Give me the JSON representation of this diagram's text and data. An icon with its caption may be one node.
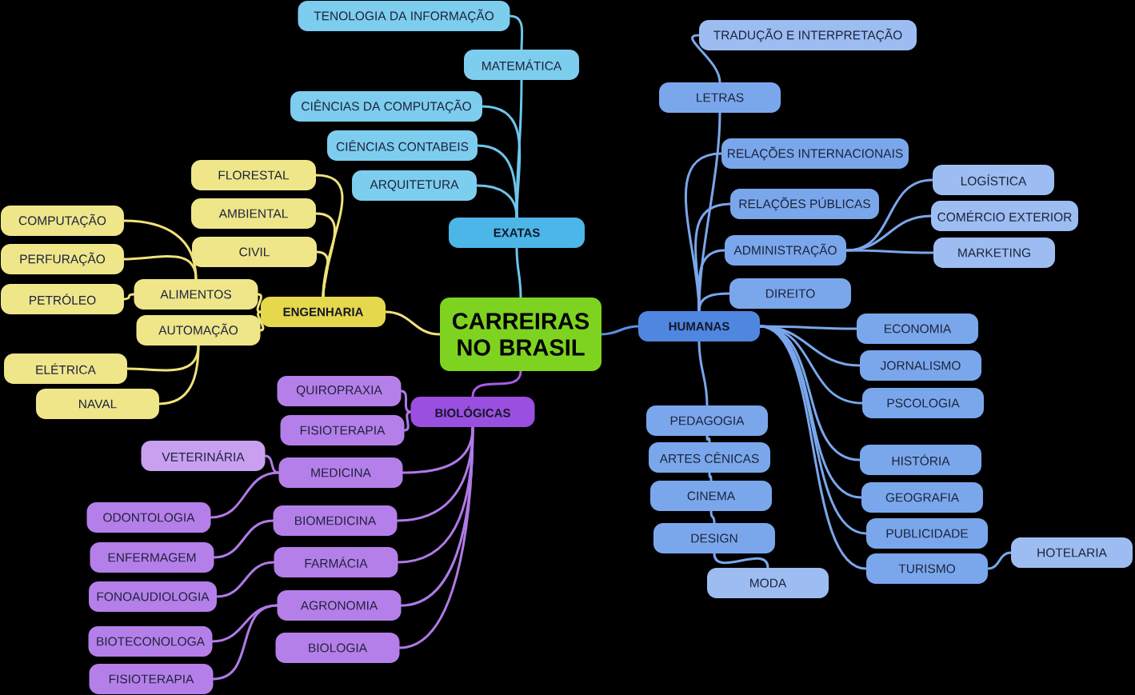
{
  "diagram": {
    "nodes": [
      {
        "text": [
          "CARREIRAS NO BRASIL"
        ]
      },
      {
        "text": [
          "EXATAS"
        ]
      },
      {
        "text": [
          "TENOLOGIA DA INFORMAÇÃO"
        ]
      },
      {
        "text": [
          "MATEMÁTICA"
        ]
      },
      {
        "text": [
          "CIÊNCIAS DA COMPUTAÇÃO"
        ]
      },
      {
        "text": [
          "CIÊNCIAS CONTABEIS"
        ]
      },
      {
        "text": [
          "ARQUITETURA"
        ]
      },
      {
        "text": [
          "ENGENHARIA"
        ]
      },
      {
        "text": [
          "FLORESTAL"
        ]
      },
      {
        "text": [
          "AMBIENTAL"
        ]
      },
      {
        "text": [
          "CIVIL"
        ]
      },
      {
        "text": [
          "COMPUTAÇÃO"
        ]
      },
      {
        "text": [
          "PERFURAÇÃO"
        ]
      },
      {
        "text": [
          "PETRÓLEO"
        ]
      },
      {
        "text": [
          "ALIMENTOS"
        ]
      },
      {
        "text": [
          "AUTOMAÇÃO"
        ]
      },
      {
        "text": [
          "ELÉTRICA"
        ]
      },
      {
        "text": [
          "NAVAL"
        ]
      },
      {
        "text": [
          "BIOLÓGICAS"
        ]
      },
      {
        "text": [
          "QUIROPRAXIA"
        ]
      },
      {
        "text": [
          "FISIOTERAPIA"
        ]
      },
      {
        "text": [
          "VETERINÁRIA"
        ]
      },
      {
        "text": [
          "MEDICINA"
        ]
      },
      {
        "text": [
          "ODONTOLOGIA"
        ]
      },
      {
        "text": [
          "BIOMEDICINA"
        ]
      },
      {
        "text": [
          "ENFERMAGEM"
        ]
      },
      {
        "text": [
          "FARMÁCIA"
        ]
      },
      {
        "text": [
          "FONOAUDIOLOGIA"
        ]
      },
      {
        "text": [
          "AGRONOMIA"
        ]
      },
      {
        "text": [
          "BIOTECONOLOGA"
        ]
      },
      {
        "text": [
          "BIOLOGIA"
        ]
      },
      {
        "text": [
          "FISIOTERAPIA"
        ]
      },
      {
        "text": [
          "HUMANAS"
        ]
      },
      {
        "text": [
          "TRADUÇÃO E INTERPRETAÇÃO"
        ]
      },
      {
        "text": [
          "LETRAS"
        ]
      },
      {
        "text": [
          "RELAÇÕES INTERNACIONAIS"
        ]
      },
      {
        "text": [
          "RELAÇÕES PÚBLICAS"
        ]
      },
      {
        "text": [
          "ADMINISTRAÇÃO"
        ]
      },
      {
        "text": [
          "LOGÍSTICA"
        ]
      },
      {
        "text": [
          "COMÉRCIO EXTERIOR"
        ]
      },
      {
        "text": [
          "MARKETING"
        ]
      },
      {
        "text": [
          "DIREITO"
        ]
      },
      {
        "text": [
          "ECONOMIA"
        ]
      },
      {
        "text": [
          "JORNALISMO"
        ]
      },
      {
        "text": [
          "PSCOLOGIA"
        ]
      },
      {
        "text": [
          "HISTÓRIA"
        ]
      },
      {
        "text": [
          "GEOGRAFIA"
        ]
      },
      {
        "text": [
          "PUBLICIDADE"
        ]
      },
      {
        "text": [
          "TURISMO"
        ]
      },
      {
        "text": [
          "HOTELARIA"
        ]
      },
      {
        "text": [
          "PEDAGOGIA"
        ]
      },
      {
        "text": [
          "ARTES CÊNICAS"
        ]
      },
      {
        "text": [
          "CINEMA"
        ]
      },
      {
        "text": [
          "DESIGN"
        ]
      },
      {
        "text": [
          "MODA"
        ]
      }
    ],
    "edges": [
      {
        "from": 0,
        "to": 1,
        "arrow": "none",
        "color": "#6cc6ec"
      },
      {
        "from": 0,
        "to": 7,
        "arrow": "none",
        "color": "#eee27a"
      },
      {
        "from": 0,
        "to": 18,
        "arrow": "none",
        "color": "#a65de6"
      },
      {
        "from": 0,
        "to": 32,
        "arrow": "none",
        "color": "#5a8fe4"
      },
      {
        "from": 1,
        "to": 3,
        "arrow": "none",
        "color": "#6cc6ec"
      },
      {
        "from": 3,
        "to": 2,
        "arrow": "none",
        "color": "#6cc6ec"
      },
      {
        "from": 1,
        "to": 4,
        "arrow": "none",
        "color": "#6cc6ec"
      },
      {
        "from": 1,
        "to": 5,
        "arrow": "none",
        "color": "#6cc6ec"
      },
      {
        "from": 1,
        "to": 6,
        "arrow": "none",
        "color": "#6cc6ec"
      },
      {
        "from": 7,
        "to": 8,
        "arrow": "none",
        "color": "#eee27a"
      },
      {
        "from": 7,
        "to": 9,
        "arrow": "none",
        "color": "#eee27a"
      },
      {
        "from": 7,
        "to": 10,
        "arrow": "none",
        "color": "#eee27a"
      },
      {
        "from": 14,
        "to": 11,
        "arrow": "none",
        "color": "#eee27a"
      },
      {
        "from": 14,
        "to": 12,
        "arrow": "none",
        "color": "#eee27a"
      },
      {
        "from": 14,
        "to": 13,
        "arrow": "none",
        "color": "#eee27a"
      },
      {
        "from": 7,
        "to": 14,
        "arrow": "none",
        "color": "#eee27a"
      },
      {
        "from": 7,
        "to": 15,
        "arrow": "none",
        "color": "#eee27a"
      },
      {
        "from": 15,
        "to": 16,
        "arrow": "none",
        "color": "#eee27a"
      },
      {
        "from": 15,
        "to": 17,
        "arrow": "none",
        "color": "#eee27a"
      },
      {
        "from": 18,
        "to": 19,
        "arrow": "none",
        "color": "#b07ae8"
      },
      {
        "from": 18,
        "to": 20,
        "arrow": "none",
        "color": "#b07ae8"
      },
      {
        "from": 22,
        "to": 21,
        "arrow": "none",
        "color": "#b07ae8"
      },
      {
        "from": 18,
        "to": 22,
        "arrow": "none",
        "color": "#b07ae8"
      },
      {
        "from": 22,
        "to": 23,
        "arrow": "none",
        "color": "#b07ae8"
      },
      {
        "from": 18,
        "to": 24,
        "arrow": "none",
        "color": "#b07ae8"
      },
      {
        "from": 24,
        "to": 25,
        "arrow": "none",
        "color": "#b07ae8"
      },
      {
        "from": 18,
        "to": 26,
        "arrow": "none",
        "color": "#b07ae8"
      },
      {
        "from": 26,
        "to": 27,
        "arrow": "none",
        "color": "#b07ae8"
      },
      {
        "from": 18,
        "to": 28,
        "arrow": "none",
        "color": "#b07ae8"
      },
      {
        "from": 28,
        "to": 29,
        "arrow": "none",
        "color": "#b07ae8"
      },
      {
        "from": 18,
        "to": 30,
        "arrow": "none",
        "color": "#b07ae8"
      },
      {
        "from": 28,
        "to": 31,
        "arrow": "none",
        "color": "#b07ae8"
      },
      {
        "from": 32,
        "to": 34,
        "arrow": "none"
      },
      {
        "from": 34,
        "to": 33,
        "arrow": "none"
      },
      {
        "from": 32,
        "to": 35,
        "arrow": "none"
      },
      {
        "from": 32,
        "to": 36,
        "arrow": "none"
      },
      {
        "from": 32,
        "to": 37,
        "arrow": "none"
      },
      {
        "from": 37,
        "to": 38,
        "arrow": "none"
      },
      {
        "from": 37,
        "to": 39,
        "arrow": "none"
      },
      {
        "from": 37,
        "to": 40,
        "arrow": "none"
      },
      {
        "from": 32,
        "to": 41,
        "arrow": "none"
      },
      {
        "from": 32,
        "to": 42,
        "arrow": "none"
      },
      {
        "from": 32,
        "to": 43,
        "arrow": "none"
      },
      {
        "from": 32,
        "to": 44,
        "arrow": "none"
      },
      {
        "from": 32,
        "to": 45,
        "arrow": "none"
      },
      {
        "from": 32,
        "to": 46,
        "arrow": "none"
      },
      {
        "from": 32,
        "to": 47,
        "arrow": "none"
      },
      {
        "from": 32,
        "to": 48,
        "arrow": "none"
      },
      {
        "from": 48,
        "to": 49,
        "arrow": "none"
      },
      {
        "from": 32,
        "to": 50,
        "arrow": "none"
      },
      {
        "from": 50,
        "to": 51,
        "arrow": "none"
      },
      {
        "from": 51,
        "to": 52,
        "arrow": "none"
      },
      {
        "from": 52,
        "to": 53,
        "arrow": "none"
      },
      {
        "from": 53,
        "to": 54,
        "arrow": "none"
      }
    ]
  }
}
